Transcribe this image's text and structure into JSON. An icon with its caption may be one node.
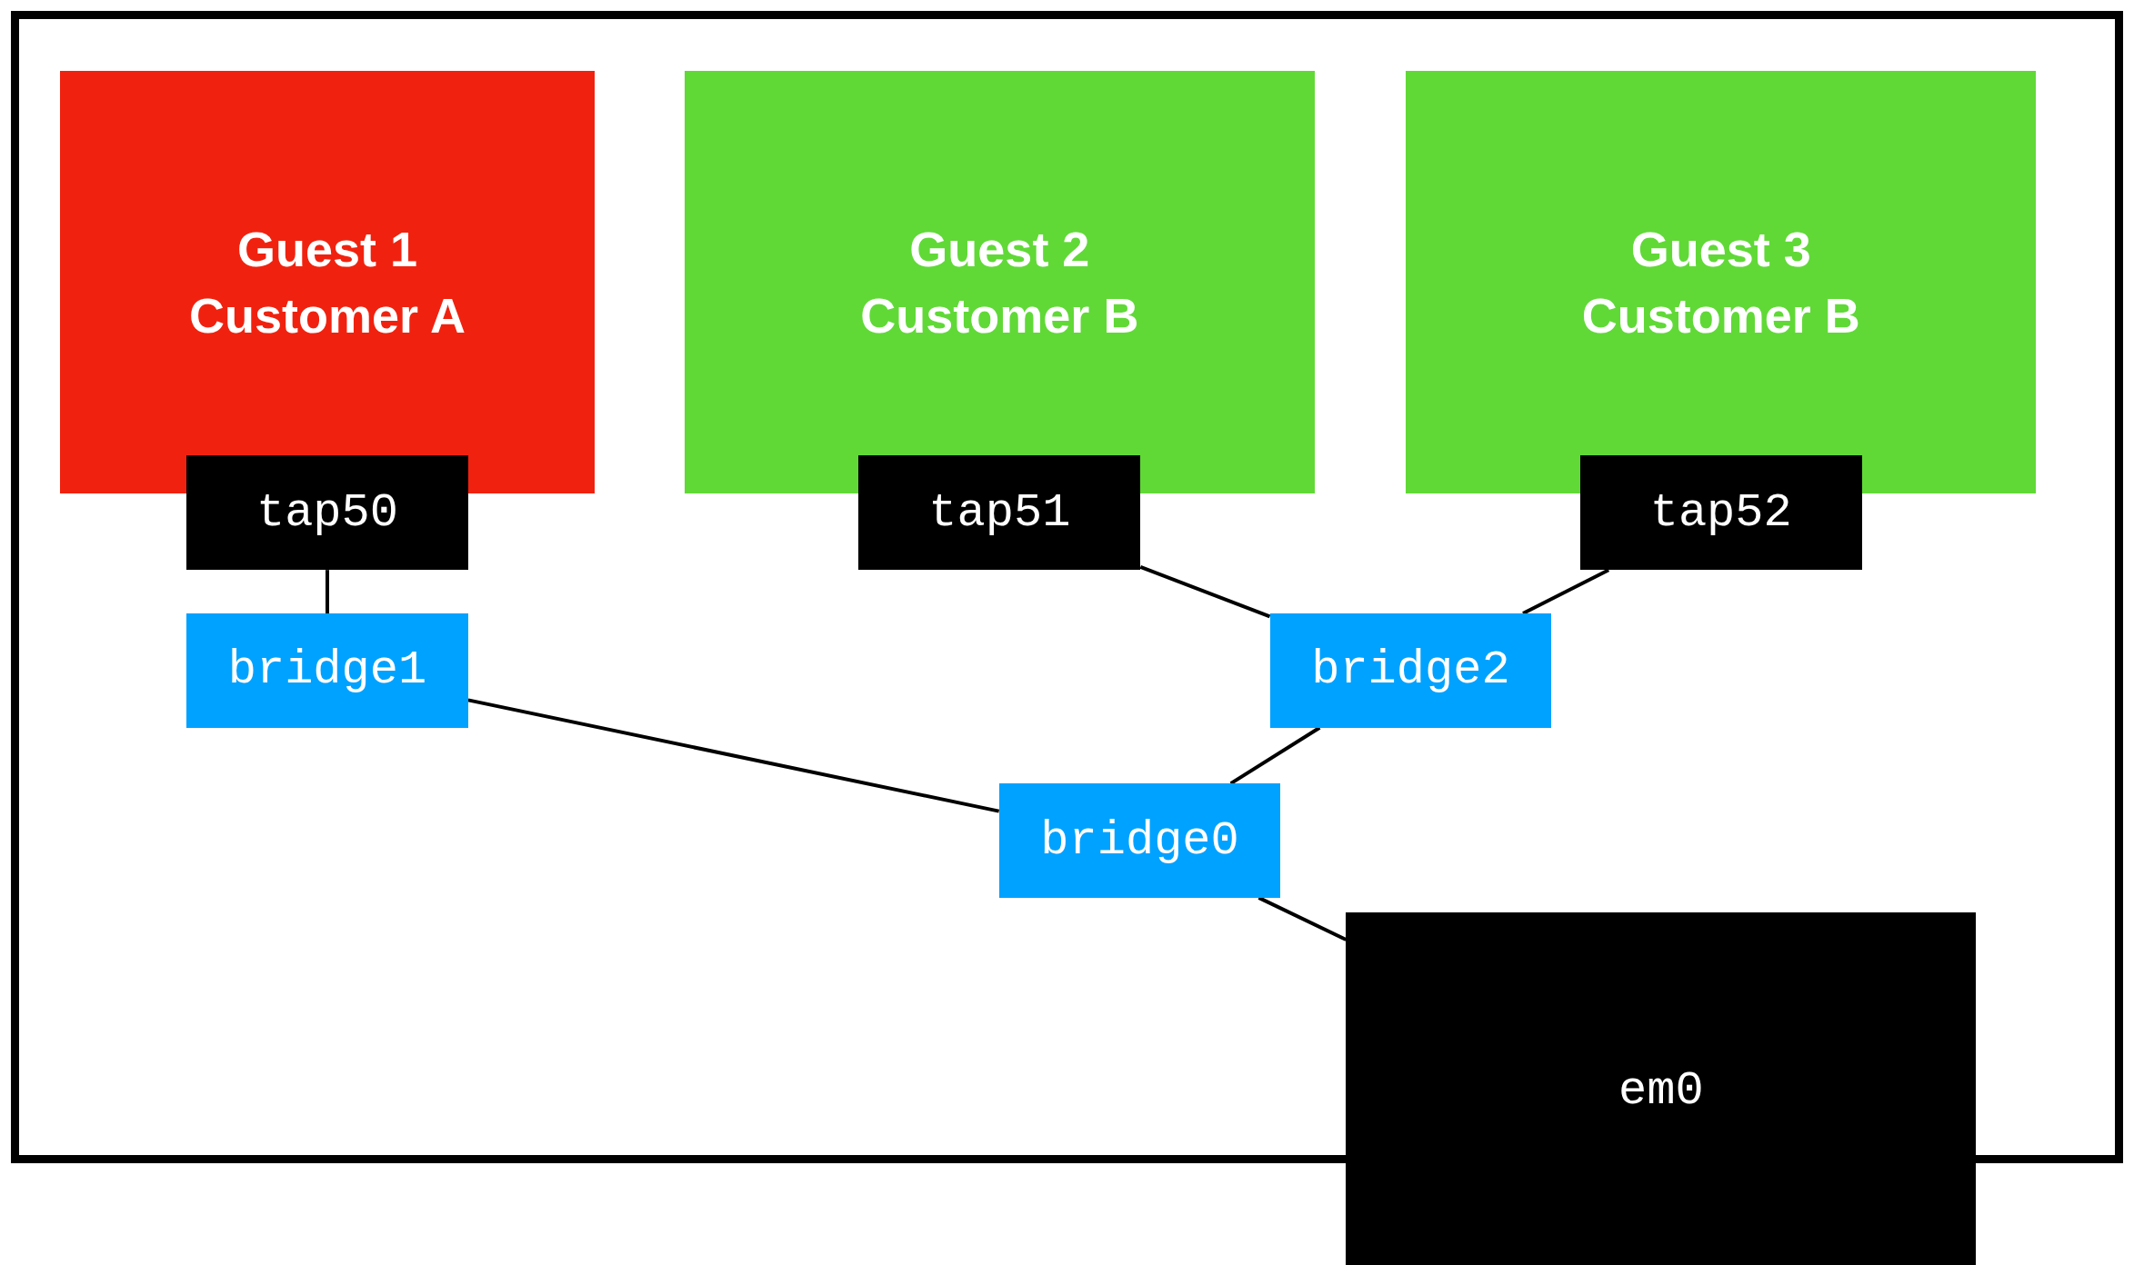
{
  "diagram": {
    "nodes": [
      {
        "text": [],
        "shape": "box"
      },
      {
        "text": [
          "Guest 1 Customer A"
        ],
        "in": 0
      },
      {
        "text": [
          "Guest 2 Customer B"
        ],
        "in": 0
      },
      {
        "text": [
          "Guest 3 Customer B"
        ],
        "in": 0
      },
      {
        "text": [
          "tap50"
        ],
        "in": 0
      },
      {
        "text": [
          "tap51"
        ],
        "in": 0
      },
      {
        "text": [
          "tap52"
        ],
        "in": 0
      },
      {
        "text": [
          "bridge1"
        ],
        "in": 0
      },
      {
        "text": [
          "bridge2"
        ],
        "in": 0
      },
      {
        "text": [
          "bridge0"
        ],
        "in": 0
      },
      {
        "text": [
          "em0"
        ]
      }
    ],
    "edges": [
      {
        "from": 4,
        "to": 7,
        "arrow": "none"
      },
      {
        "from": 5,
        "to": 8,
        "arrow": "none"
      },
      {
        "from": 6,
        "to": 8,
        "arrow": "none"
      },
      {
        "from": 7,
        "to": 9,
        "arrow": "none"
      },
      {
        "from": 8,
        "to": 9,
        "arrow": "none"
      },
      {
        "from": 9,
        "to": 10,
        "arrow": "none"
      }
    ]
  }
}
